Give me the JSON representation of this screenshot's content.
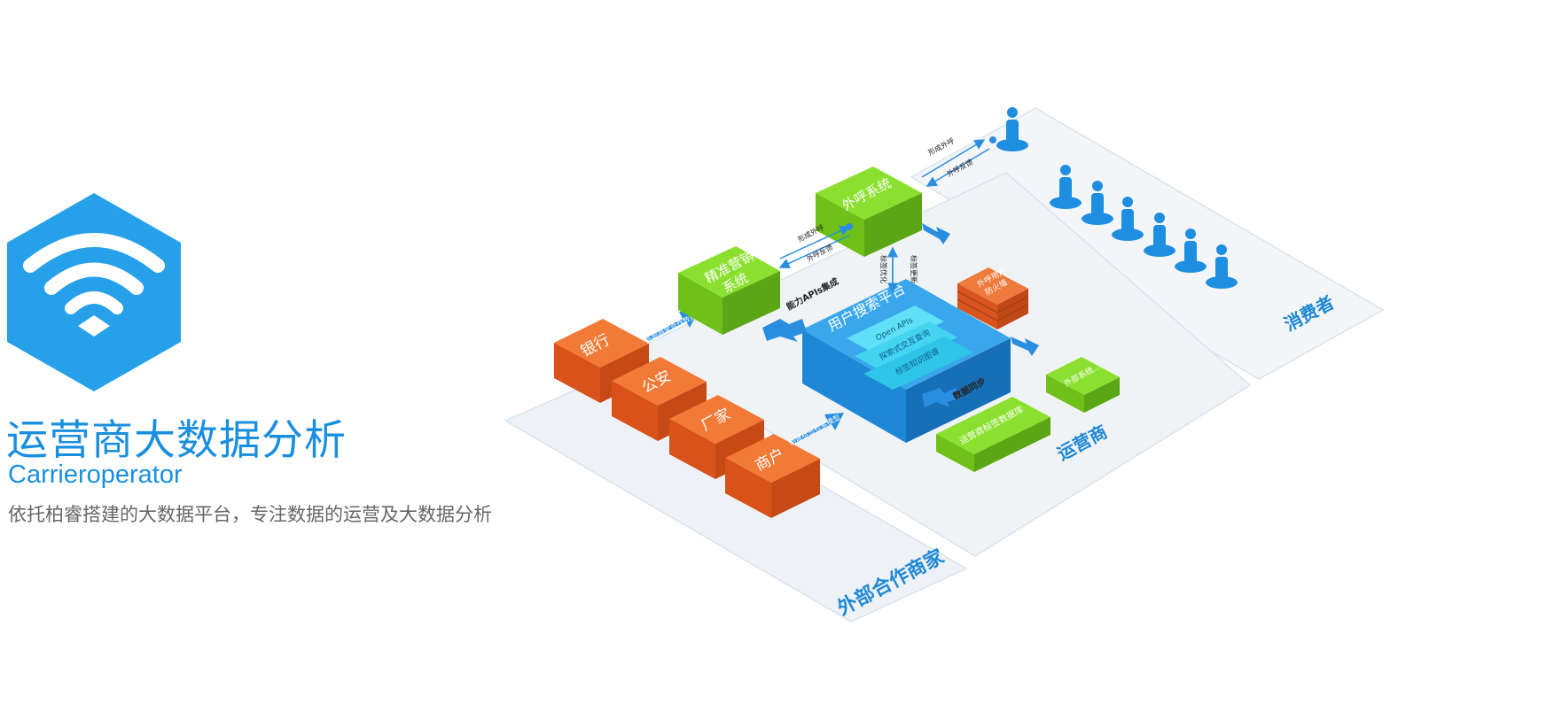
{
  "header": {
    "title": "运营商大数据分析",
    "subtitle": "Carrieroperator",
    "description": "依托柏睿搭建的大数据平台，专注数据的运营及大数据分析",
    "logo_icon": "wifi-hexagon-icon"
  },
  "colors": {
    "brand_blue": "#27a0ea",
    "title_blue": "#1a8fe0",
    "orange": "#e8601a",
    "green": "#7ed322",
    "platform_blue": "#1f8fe0",
    "cyan": "#35d3f0",
    "zone_fill": "#f2f4f7"
  },
  "diagram": {
    "zones": {
      "partners": "外部合作商家",
      "operator": "运营商",
      "consumer": "消费者"
    },
    "partners": {
      "bank": "银行",
      "police": "公安",
      "manufacturer": "厂家",
      "merchant": "商户"
    },
    "arrows": {
      "external_data": "外部商家合作数据",
      "tag_model": "创建标签检索模型",
      "api_integration": "能力APIs集成",
      "data_sync": "数据同步",
      "call_out_1": "形成外呼",
      "call_feedback_1": "外呼反馈",
      "call_out_2": "形成外呼",
      "call_feedback_2": "外呼反馈",
      "tag_update": "标签更新",
      "tag_optimize": "标签优化"
    },
    "systems": {
      "precision_marketing_line1": "精准营销",
      "precision_marketing_line2": "系统",
      "outbound_call": "外呼系统",
      "platform": "用户搜索平台",
      "platform_layer1": "Open APIs",
      "platform_layer2": "探索式交互查询",
      "platform_layer3": "标签知识图谱",
      "firewall_line1": "外呼用户",
      "firewall_line2": "防火墙",
      "external_system": "外部系统...",
      "tag_database": "运营商标签数据库"
    }
  }
}
